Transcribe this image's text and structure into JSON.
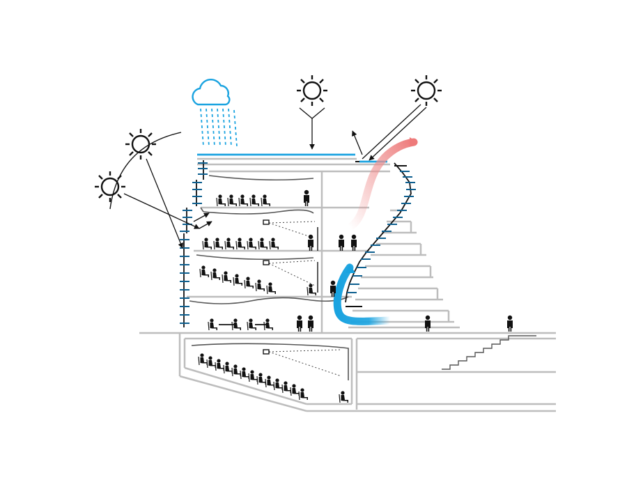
{
  "diagram": {
    "type": "architectural-section",
    "labels": [],
    "elements": {
      "suns": 4,
      "rain_cloud": 1,
      "floors_above_ground": 4,
      "basement_auditorium": 1
    },
    "colors": {
      "line": "#111111",
      "structure": "#bdbdbd",
      "rain": "#1aa3e0",
      "cool_air": "#1aa3e0",
      "warm_air": "#ef8f8f"
    }
  }
}
